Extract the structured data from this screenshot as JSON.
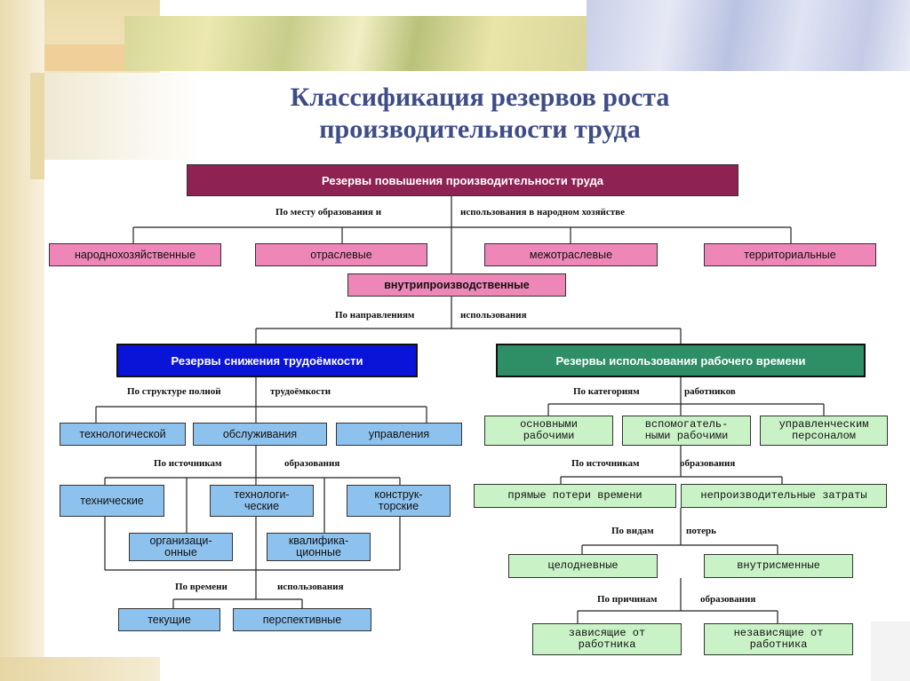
{
  "title": {
    "line1": "Классификация резервов роста",
    "line2": "производительности труда"
  },
  "root": {
    "label": "Резервы повышения производительности труда"
  },
  "place": {
    "label_left": "По месту образования и",
    "label_right": "использования в народном хозяйстве",
    "items": [
      "народнохозяйственные",
      "отраслевые",
      "межотраслевые",
      "территориальные"
    ],
    "intra": "внутрипроизводственные"
  },
  "direction": {
    "label_left": "По направлениям",
    "label_right": "использования"
  },
  "labor": {
    "header": "Резервы снижения трудоёмкости",
    "structure_left": "По структуре полной",
    "structure_right": "трудоёмкости",
    "structure_items": [
      "технологической",
      "обслуживания",
      "управления"
    ],
    "sources_left": "По источникам",
    "sources_right": "образования",
    "sources_items": [
      "технические",
      "технологи-\nческие",
      "конструк-\nторские",
      "организаци-\nонные",
      "квалифика-\nционные"
    ],
    "time_left": "По времени",
    "time_right": "использования",
    "time_items": [
      "текущие",
      "перспективные"
    ]
  },
  "worktime": {
    "header": "Резервы использования рабочего времени",
    "categories_left": "По категориям",
    "categories_right": "работников",
    "categories_items": [
      "основными\nрабочими",
      "вспомогатель-\nными рабочими",
      "управленческим\nперсоналом"
    ],
    "sources_left": "По источникам",
    "sources_right": "образования",
    "sources_items": [
      "прямые потери времени",
      "непроизводительные затраты"
    ],
    "losses_left": "По видам",
    "losses_right": "потерь",
    "losses_items": [
      "целодневные",
      "внутрисменные"
    ],
    "reasons_left": "По причинам",
    "reasons_right": "образования",
    "reasons_items": [
      "зависящие от\nработника",
      "независящие от\nработника"
    ]
  },
  "colors": {
    "title": "#3f4d87",
    "root": "#8e2252",
    "place_boxes": "#ee86b8",
    "labor_header": "#0a14d8",
    "labor_boxes": "#8ec2ee",
    "worktime_header": "#2e8e66",
    "worktime_boxes": "#c9f2c6"
  }
}
